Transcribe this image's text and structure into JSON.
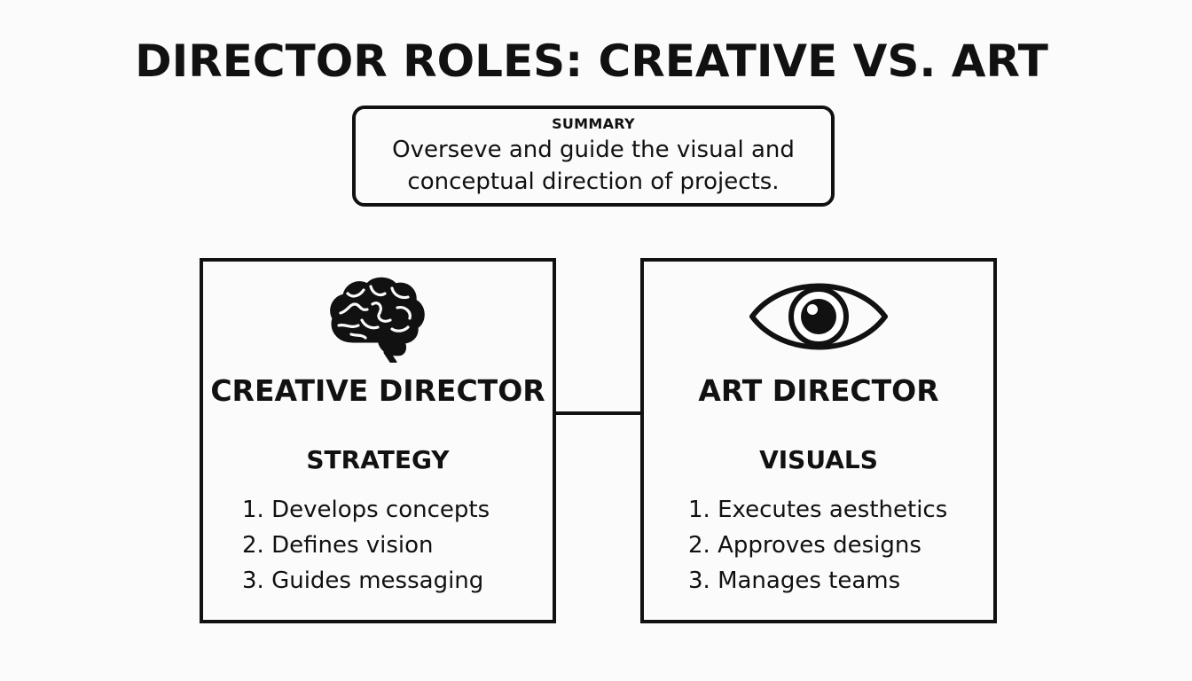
{
  "title": "DIRECTOR ROLES: CREATIVE VS. ART",
  "summary": {
    "label": "SUMMARY",
    "line1": "Overseve and guide the visual and",
    "line2": "conceptual direction of projects."
  },
  "creative_director": {
    "icon": "brain-icon",
    "title": "CREATIVE DIRECTOR",
    "focus": "STRATEGY",
    "items": [
      "1. Develops concepts",
      "2. Defines vision",
      "3. Guides messaging"
    ]
  },
  "art_director": {
    "icon": "eye-icon",
    "title": "ART DIRECTOR",
    "focus": "VISUALS",
    "items": [
      "1. Executes aesthetics",
      "2. Approves designs",
      "3. Manages teams"
    ]
  },
  "colors": {
    "ink": "#111111",
    "background": "#fbfbfb"
  }
}
